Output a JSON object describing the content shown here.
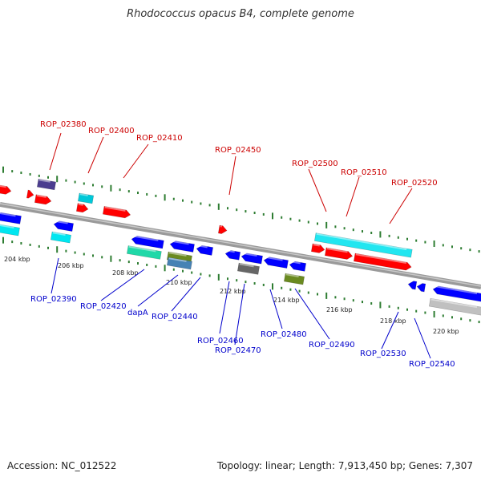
{
  "title": "Rhodococcus opacus B4, complete genome",
  "accession": "Accession: NC_012522",
  "summary": "Topology: linear; Length: 7,913,450 bp; Genes: 7,307",
  "colors": {
    "axis": "#888888",
    "tick": "#2e7d32",
    "red_label": "#cc0000",
    "blue_label": "#0000cc"
  },
  "scale_labels": [
    "204 kbp",
    "206 kbp",
    "208 kbp",
    "210 kbp",
    "212 kbp",
    "214 kbp",
    "216 kbp",
    "218 kbp",
    "220 kbp"
  ],
  "top_labels": [
    "ROP_02380",
    "ROP_02400",
    "ROP_02410",
    "ROP_02450",
    "ROP_02500",
    "ROP_02510",
    "ROP_02520"
  ],
  "bottom_labels": [
    "ROP_02390",
    "ROP_02420",
    "dapA",
    "ROP_02440",
    "ROP_02460",
    "ROP_02470",
    "ROP_02480",
    "ROP_02490",
    "ROP_02530",
    "ROP_02540"
  ]
}
